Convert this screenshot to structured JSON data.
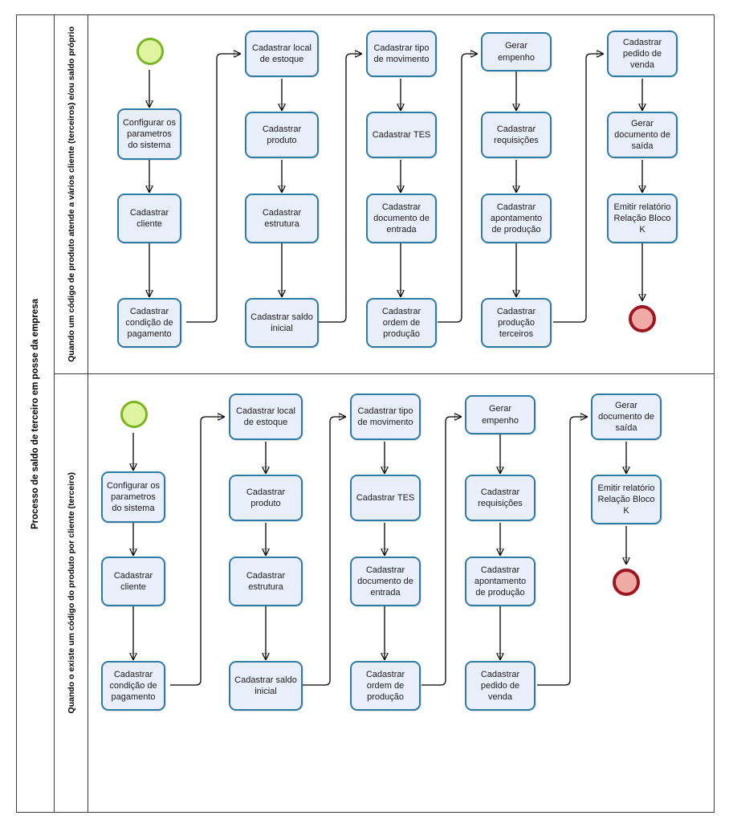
{
  "pool": {
    "title": "Processo de saldo de terceiro em posse da empresa"
  },
  "colors": {
    "task_fill": "#e9eefb",
    "task_border": "#2e7ba6",
    "start_fill": "#ddf5a0",
    "start_border": "#7cb422",
    "end_fill": "#f0aaa6",
    "end_border": "#9d1620",
    "lane_border": "#3c3c3c",
    "connector": "#000000"
  },
  "lanes": [
    {
      "id": "lane-1",
      "label": "Quando um código de produto atende a vários cliente (terceiros) e/ou saldo próprio",
      "start_event": "start-event",
      "end_event": "end-event",
      "columns": [
        {
          "id": "col-1",
          "tasks": [
            "Configurar os parametros do sistema",
            "Cadastrar cliente",
            "Cadastrar condição de pagamento"
          ]
        },
        {
          "id": "col-2",
          "tasks": [
            "Cadastrar local de estoque",
            "Cadastrar produto",
            "Cadastrar estrutura",
            "Cadastrar saldo inicial"
          ]
        },
        {
          "id": "col-3",
          "tasks": [
            "Cadastrar tipo de movimento",
            "Cadastrar TES",
            "Cadastrar documento de entrada",
            "Cadastrar ordem de produção"
          ]
        },
        {
          "id": "col-4",
          "tasks": [
            "Gerar empenho",
            "Cadastrar requisições",
            "Cadastrar apontamento de produção",
            "Cadastrar produção terceiros"
          ]
        },
        {
          "id": "col-5",
          "tasks": [
            "Cadastrar pedido de venda",
            "Gerar documento de saída",
            "Emitir relatório Relação Bloco K"
          ]
        }
      ]
    },
    {
      "id": "lane-2",
      "label": "Quando o existe um código do produto por cliente (terceiro)",
      "start_event": "start-event",
      "end_event": "end-event",
      "columns": [
        {
          "id": "col-1",
          "tasks": [
            "Configurar os parametros do sistema",
            "Cadastrar cliente",
            "Cadastrar condição de pagamento"
          ]
        },
        {
          "id": "col-2",
          "tasks": [
            "Cadastrar local de estoque",
            "Cadastrar produto",
            "Cadastrar estrutura",
            "Cadastrar saldo inicial"
          ]
        },
        {
          "id": "col-3",
          "tasks": [
            "Cadastrar tipo de movimento",
            "Cadastrar TES",
            "Cadastrar documento de entrada",
            "Cadastrar ordem de produção"
          ]
        },
        {
          "id": "col-4",
          "tasks": [
            "Gerar empenho",
            "Cadastrar requisições",
            "Cadastrar apontamento de produção",
            "Cadastrar pedido de venda"
          ]
        },
        {
          "id": "col-5",
          "tasks": [
            "Gerar documento de saída",
            "Emitir relatório Relação Bloco K"
          ]
        }
      ]
    }
  ]
}
